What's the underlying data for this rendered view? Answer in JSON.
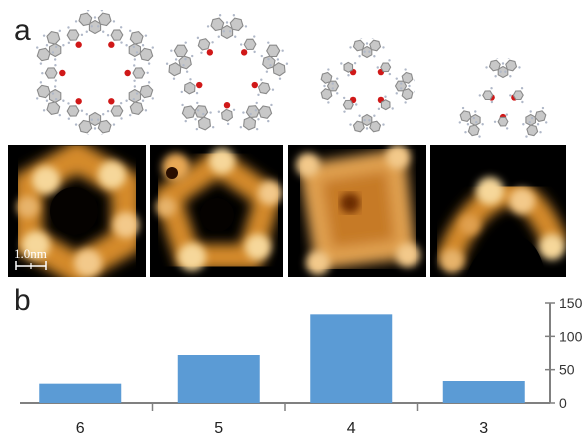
{
  "figure": {
    "panel_a_label": "a",
    "panel_b_label": "b",
    "scale_bar_label": "1.0nm",
    "colors": {
      "oxygen_atom": "#d01818",
      "ring_carbon": "#8a8a8a",
      "ring_fill": "#c8c8c8",
      "bar": "#5b9bd5",
      "axis": "#808080"
    },
    "molecule_sizes": [
      6,
      5,
      4,
      3
    ]
  },
  "chart_data": {
    "type": "bar",
    "categories": [
      "6",
      "5",
      "4",
      "3"
    ],
    "values": [
      29,
      72,
      133,
      33
    ],
    "ylim": [
      0,
      150
    ],
    "yticks": [
      "0",
      "50",
      "100",
      "150"
    ],
    "xlabel": "",
    "ylabel": "",
    "title": "",
    "grid": false,
    "yaxis_side": "right"
  }
}
